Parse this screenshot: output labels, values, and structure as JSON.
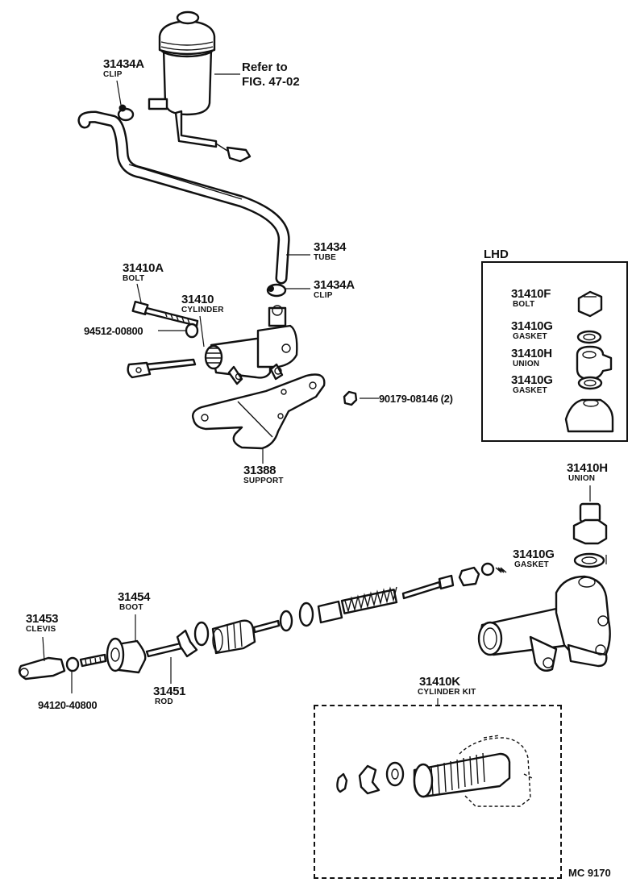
{
  "reference": {
    "line1": "Refer to",
    "line2": "FIG. 47-02"
  },
  "boxes": {
    "lhd_title": "LHD",
    "figure_code": "MC 9170"
  },
  "labels": {
    "clip_top": {
      "number": "31434A",
      "name": "CLIP"
    },
    "tube": {
      "number": "31434",
      "name": "TUBE"
    },
    "clip_mid": {
      "number": "31434A",
      "name": "CLIP"
    },
    "bolt_main": {
      "number": "31410A",
      "name": "BOLT"
    },
    "cylinder": {
      "number": "31410",
      "name": "CYLINDER"
    },
    "washer": {
      "number": "94512-00800"
    },
    "nut": {
      "number": "90179-08146 (2)"
    },
    "support": {
      "number": "31388",
      "name": "SUPPORT"
    },
    "lhd_bolt": {
      "number": "31410F",
      "name": "BOLT"
    },
    "lhd_gasket1": {
      "number": "31410G",
      "name": "GASKET"
    },
    "lhd_union": {
      "number": "31410H",
      "name": "UNION"
    },
    "lhd_gasket2": {
      "number": "31410G",
      "name": "GASKET"
    },
    "union_main": {
      "number": "31410H",
      "name": "UNION"
    },
    "gasket_main": {
      "number": "31410G",
      "name": "GASKET"
    },
    "boot": {
      "number": "31454",
      "name": "BOOT"
    },
    "clevis": {
      "number": "31453",
      "name": "CLEVIS"
    },
    "rod": {
      "number": "31451",
      "name": "ROD"
    },
    "nut_rod": {
      "number": "94120-40800"
    },
    "cylinder_kit": {
      "number": "31410K",
      "name": "CYLINDER KIT"
    }
  }
}
